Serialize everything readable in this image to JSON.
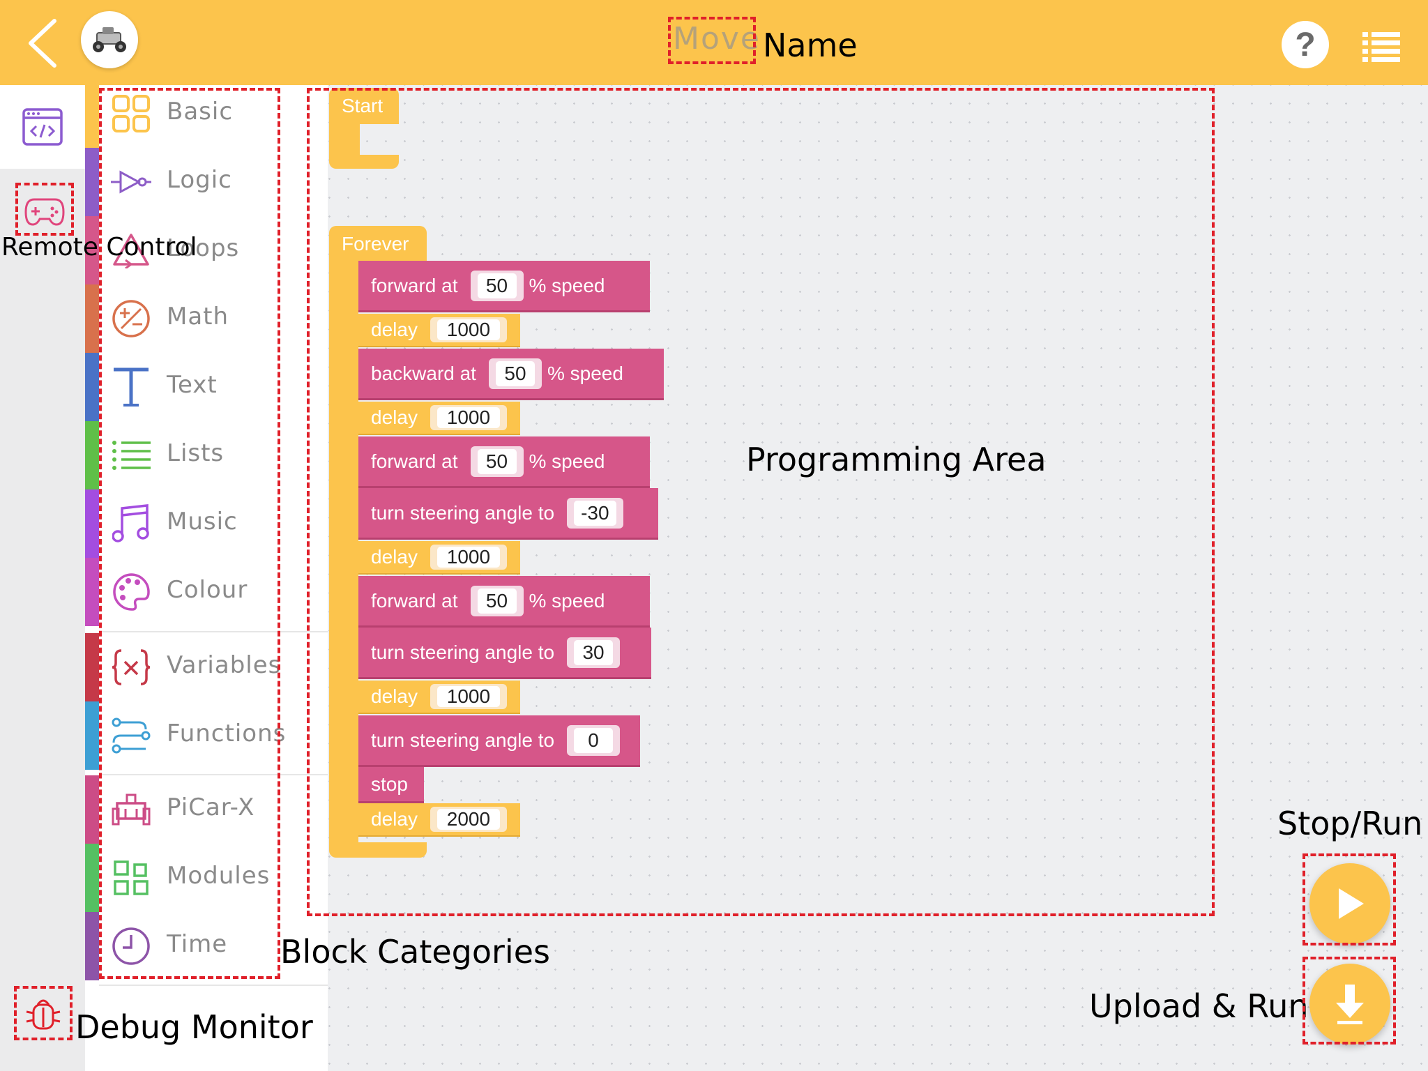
{
  "header": {
    "project_name": "Move",
    "icons": {
      "back": "chevron-left-icon",
      "avatar": "robot-car-icon",
      "help": "help-icon",
      "menu": "list-menu-icon"
    },
    "help_label": "?"
  },
  "rail": {
    "items": [
      {
        "name": "code",
        "icon": "code-window-icon"
      },
      {
        "name": "remote",
        "icon": "gamepad-icon"
      },
      {
        "name": "debug",
        "icon": "bug-icon"
      }
    ]
  },
  "categories": [
    {
      "label": "Basic",
      "icon": "grid-icon",
      "color": "#fcc44c"
    },
    {
      "label": "Logic",
      "icon": "logic-gate-icon",
      "color": "#8d5dc7"
    },
    {
      "label": "Loops",
      "icon": "loop-icon",
      "color": "#d5578a"
    },
    {
      "label": "Math",
      "icon": "math-icon",
      "color": "#d8714c"
    },
    {
      "label": "Text",
      "icon": "text-icon",
      "color": "#4a72c6"
    },
    {
      "label": "Lists",
      "icon": "list-icon",
      "color": "#5fbf48"
    },
    {
      "label": "Music",
      "icon": "music-icon",
      "color": "#a34de0"
    },
    {
      "label": "Colour",
      "icon": "palette-icon",
      "color": "#c44dbe"
    },
    {
      "label": "Variables",
      "icon": "variable-icon",
      "color": "#c53948"
    },
    {
      "label": "Functions",
      "icon": "function-icon",
      "color": "#3d9fd4"
    },
    {
      "label": "PiCar-X",
      "icon": "picar-icon",
      "color": "#cc4c86"
    },
    {
      "label": "Modules",
      "icon": "modules-icon",
      "color": "#55c062"
    },
    {
      "label": "Time",
      "icon": "clock-icon",
      "color": "#8d54a8"
    }
  ],
  "workspace": {
    "start_label": "Start",
    "forever_label": "Forever",
    "blocks": [
      {
        "pre": "forward at",
        "value": "50",
        "post": "% speed"
      },
      {
        "pre": "delay",
        "value": "1000",
        "post": ""
      },
      {
        "pre": "backward at",
        "value": "50",
        "post": "% speed"
      },
      {
        "pre": "delay",
        "value": "1000",
        "post": ""
      },
      {
        "pre": "forward at",
        "value": "50",
        "post": "% speed"
      },
      {
        "pre": "turn steering angle to",
        "value": "-30",
        "post": ""
      },
      {
        "pre": "delay",
        "value": "1000",
        "post": ""
      },
      {
        "pre": "forward at",
        "value": "50",
        "post": "% speed"
      },
      {
        "pre": "turn steering angle to",
        "value": "30",
        "post": ""
      },
      {
        "pre": "delay",
        "value": "1000",
        "post": ""
      },
      {
        "pre": "turn steering angle to",
        "value": "0",
        "post": ""
      },
      {
        "pre": "stop",
        "value": "",
        "post": ""
      },
      {
        "pre": "delay",
        "value": "2000",
        "post": ""
      }
    ]
  },
  "annotations": {
    "name": "Name",
    "remote_control": "Remote Control",
    "programming_area": "Programming Area",
    "block_categories": "Block Categories",
    "debug_monitor": "Debug Monitor",
    "stop_run": "Stop/Run",
    "upload_run": "Upload & Run"
  },
  "actions": {
    "run_icon": "play-icon",
    "upload_icon": "download-arrow-icon"
  },
  "colors": {
    "accent": "#fcc44c",
    "block_pink": "#d65689",
    "annotation_red": "#e0202a"
  }
}
